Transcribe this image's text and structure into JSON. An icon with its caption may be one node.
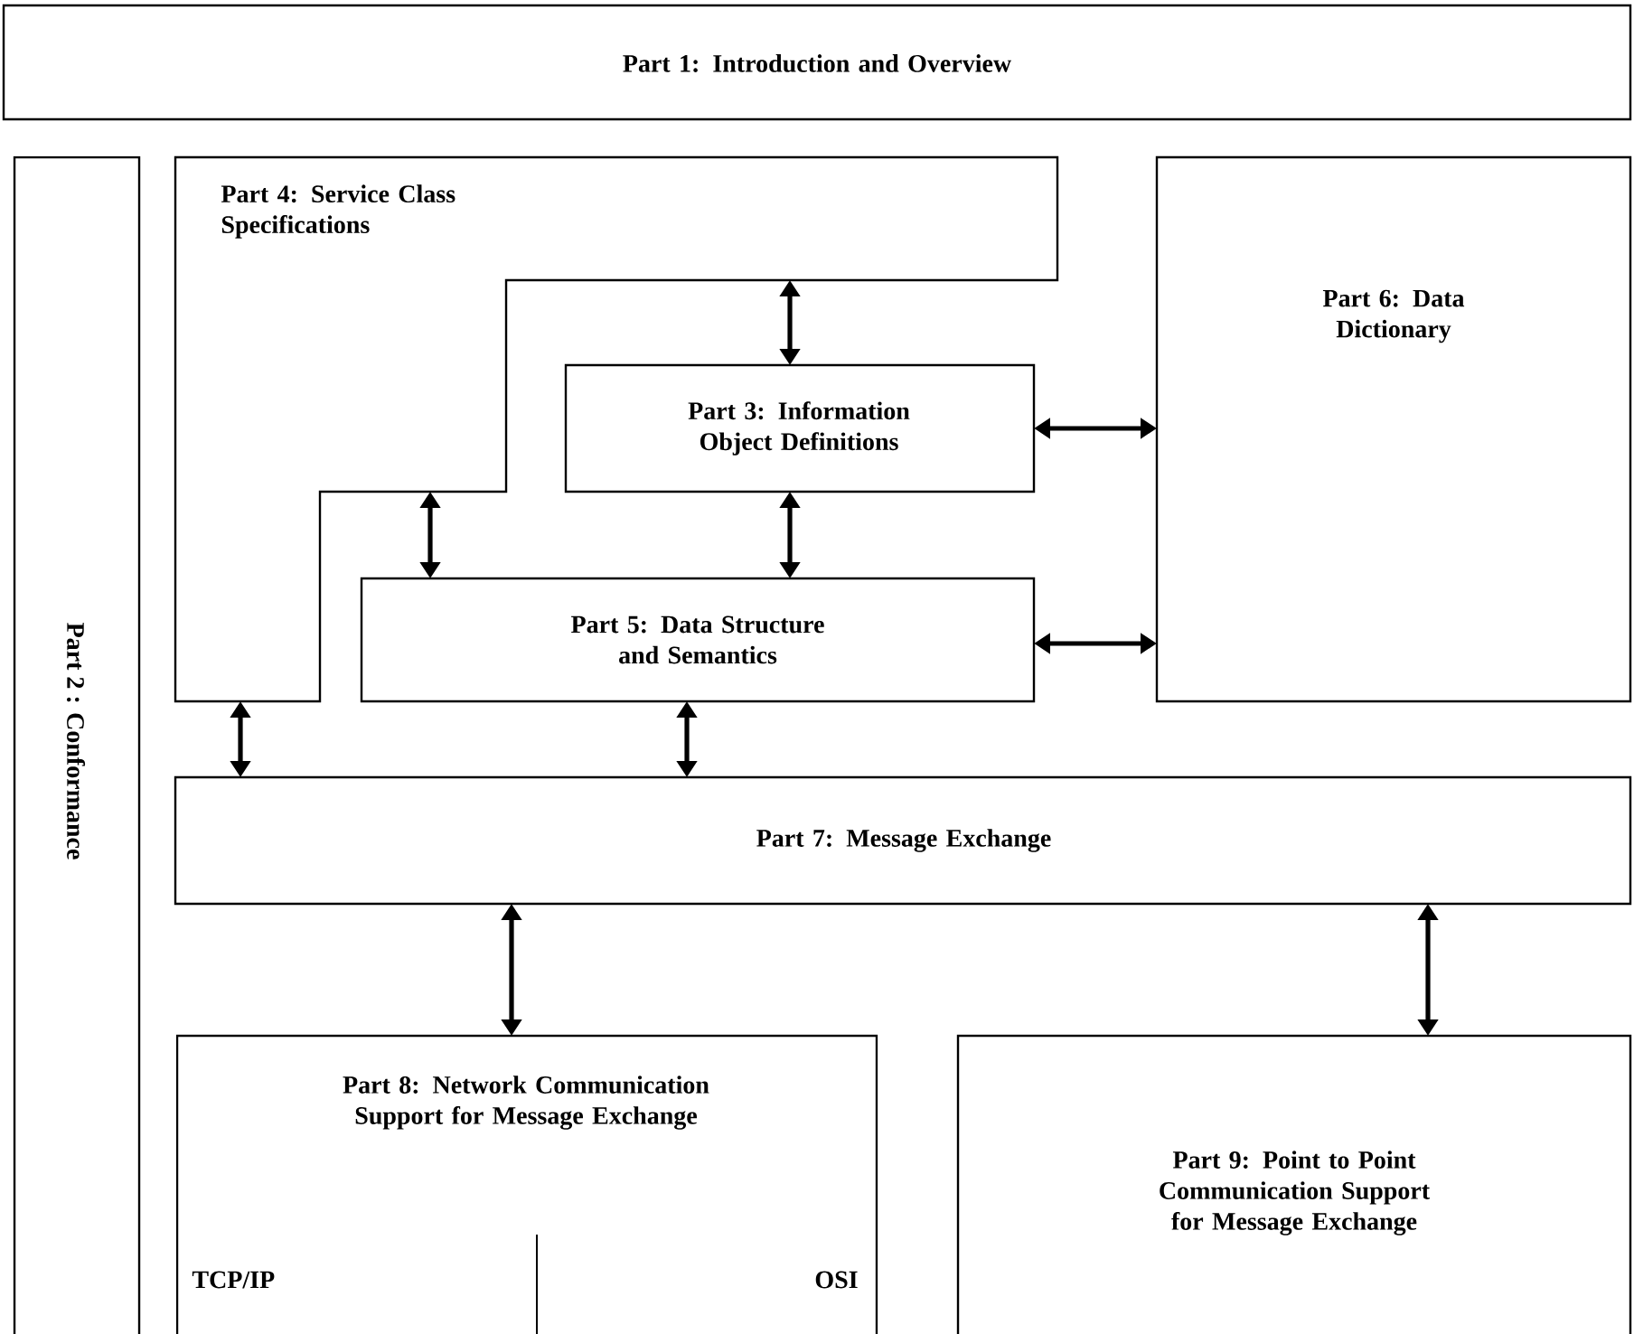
{
  "diagram": {
    "nodes": [
      {
        "text": [
          "Part 1: Introduction and Overview"
        ]
      },
      {
        "text": [
          "Part 2 : Conformance"
        ]
      },
      {
        "text": [
          "Part 4: Service Class Specifications"
        ]
      },
      {
        "text": [
          "Part 3: Information Object Definitions"
        ]
      },
      {
        "text": [
          "Part 6: Data Dictionary"
        ]
      },
      {
        "text": [
          "Part 5: Data Structure and Semantics"
        ]
      },
      {
        "text": [
          "Part 7: Message Exchange"
        ]
      },
      {
        "text": [
          "Part 8: Network Communication Support for Message Exchange",
          "TCP/IP",
          "OSI"
        ]
      },
      {
        "text": [
          "Part 9: Point to Point Communication Support for Message Exchange"
        ]
      }
    ],
    "edges": [
      {
        "from": 2,
        "to": 3,
        "arrow": "both"
      },
      {
        "from": 3,
        "to": 4,
        "arrow": "both"
      },
      {
        "from": 2,
        "to": 5,
        "arrow": "both"
      },
      {
        "from": 3,
        "to": 5,
        "arrow": "both"
      },
      {
        "from": 5,
        "to": 4,
        "arrow": "both"
      },
      {
        "from": 2,
        "to": 6,
        "arrow": "both"
      },
      {
        "from": 5,
        "to": 6,
        "arrow": "both"
      },
      {
        "from": 6,
        "to": 7,
        "arrow": "both"
      },
      {
        "from": 6,
        "to": 8,
        "arrow": "both"
      }
    ]
  }
}
